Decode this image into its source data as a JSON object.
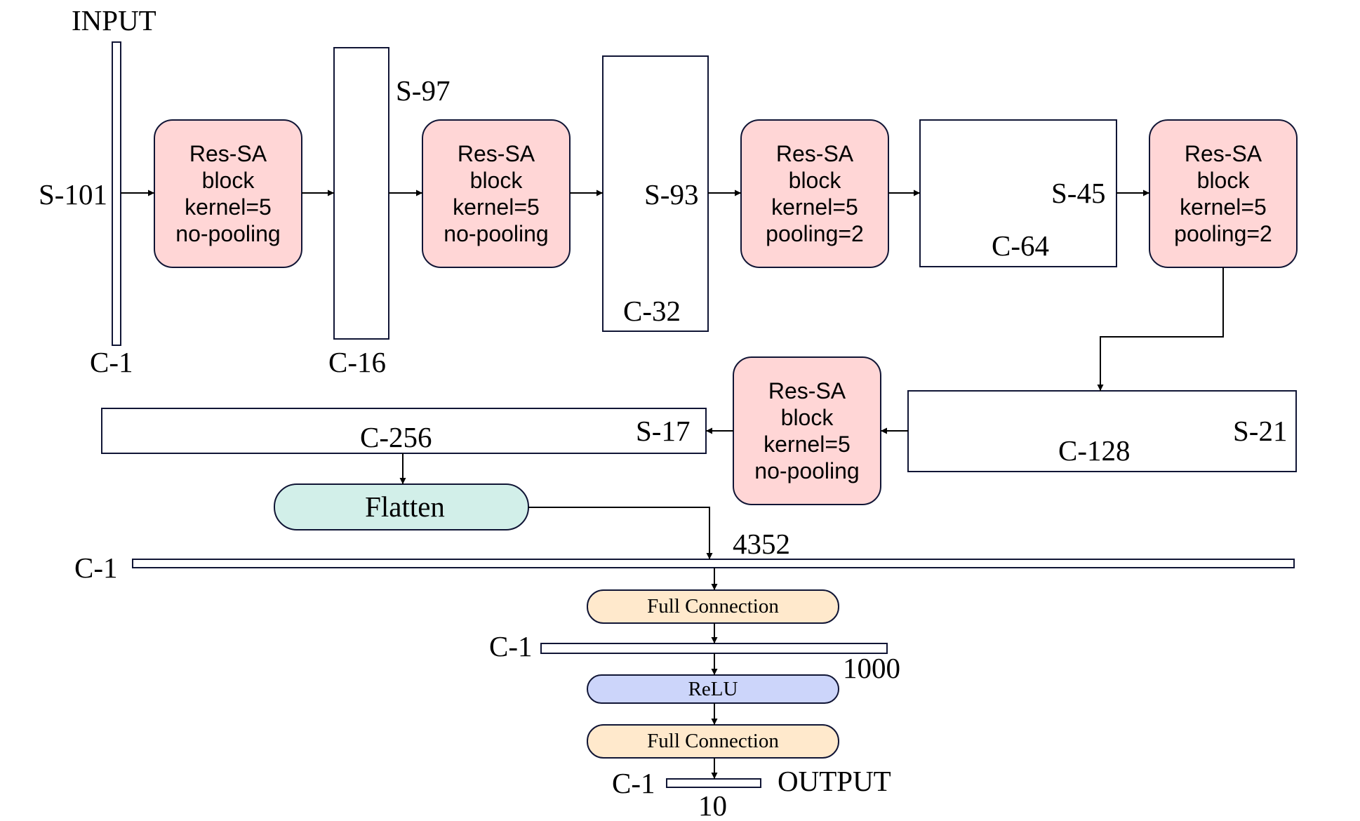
{
  "labels": {
    "input": "INPUT",
    "output": "OUTPUT",
    "input_s": "S-101",
    "input_c": "C-1",
    "f1_s": "S-97",
    "f1_c": "C-16",
    "f2_s": "S-93",
    "f2_c": "C-32",
    "f3_s": "S-45",
    "f3_c": "C-64",
    "f4_s": "S-21",
    "f4_c": "C-128",
    "f5_s": "S-17",
    "f5_c": "C-256",
    "flat_c": "C-1",
    "flat_n": "4352",
    "fc1_c": "C-1",
    "fc1_n": "1000",
    "out_c": "C-1",
    "out_n": "10"
  },
  "blocks": [
    [
      "Res-SA",
      "block",
      "kernel=5",
      "no-pooling"
    ],
    [
      "Res-SA",
      "block",
      "kernel=5",
      "no-pooling"
    ],
    [
      "Res-SA",
      "block",
      "kernel=5",
      "pooling=2"
    ],
    [
      "Res-SA",
      "block",
      "kernel=5",
      "pooling=2"
    ],
    [
      "Res-SA",
      "block",
      "kernel=5",
      "no-pooling"
    ]
  ],
  "ops": {
    "flatten": "Flatten",
    "fc1": "Full Connection",
    "relu": "ReLU",
    "fc2": "Full Connection"
  },
  "colors": {
    "block_fill": "#ffd6d6",
    "flatten_fill": "#d2efe9",
    "fc_fill": "#ffe9cc",
    "relu_fill": "#ccd5fa",
    "outline": "#101535"
  }
}
